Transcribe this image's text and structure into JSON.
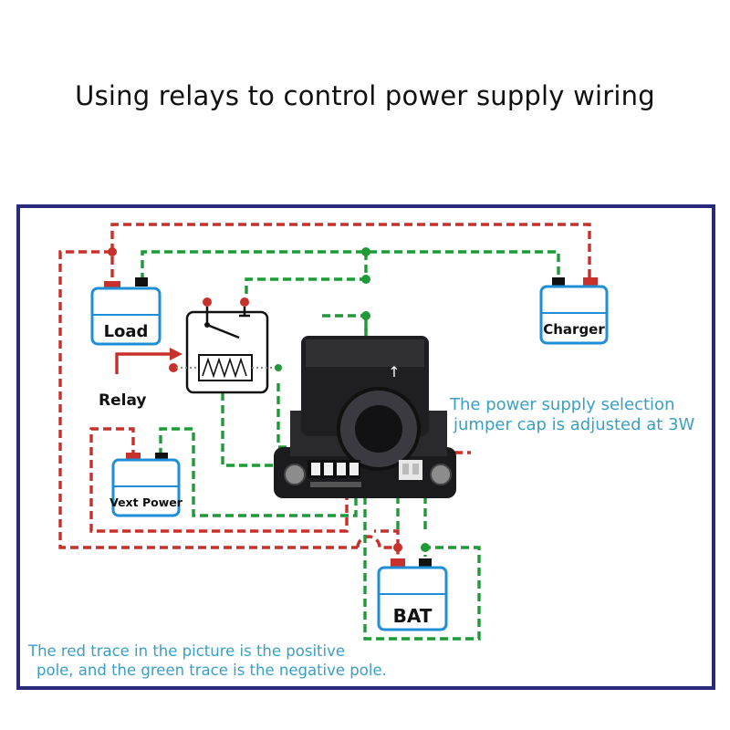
{
  "title": "Using relays to control power supply wiring",
  "components": {
    "load": "Load",
    "charger": "Charger",
    "relay": "Relay",
    "vext_power": "Vext Power",
    "bat": "BAT"
  },
  "notes": {
    "jumper_line1": "The power supply selection",
    "jumper_line2": "jumper cap is adjusted at 3W",
    "legend_line1": "The red trace in the picture is the positive",
    "legend_line2": "pole, and the green trace is the negative pole."
  },
  "colors": {
    "positive": "#c8312b",
    "negative": "#1e9a38",
    "frame": "#2a2a7a",
    "note_text": "#3b9fc4",
    "component_border": "#1e8fd6"
  }
}
